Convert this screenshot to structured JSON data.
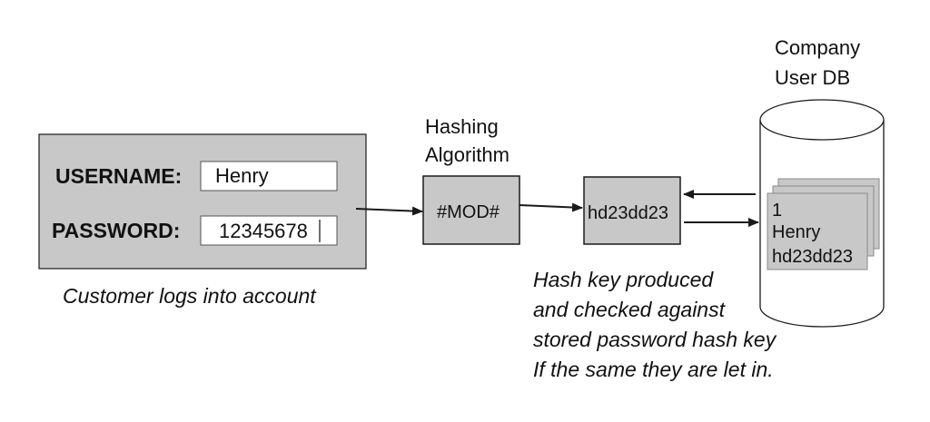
{
  "colors": {
    "box_fill": "#c8c8c8",
    "stroke": "#1a1a1a",
    "field_fill": "#ffffff"
  },
  "login": {
    "username_label": "USERNAME:",
    "username_value": "Henry",
    "password_label": "PASSWORD:",
    "password_value": "12345678",
    "caption": "Customer logs into account"
  },
  "hashing": {
    "title_line1": "Hashing",
    "title_line2": "Algorithm",
    "box_label": "#MOD#"
  },
  "hash_output": {
    "label": "hd23dd23"
  },
  "database": {
    "title_line1": "Company",
    "title_line2": "User DB",
    "record": {
      "id": "1",
      "name": "Henry",
      "hash": "hd23dd23"
    }
  },
  "explanation": {
    "line1": "Hash key produced",
    "line2": "and checked against",
    "line3": "stored password hash key",
    "line4": "If the same they are let in."
  }
}
